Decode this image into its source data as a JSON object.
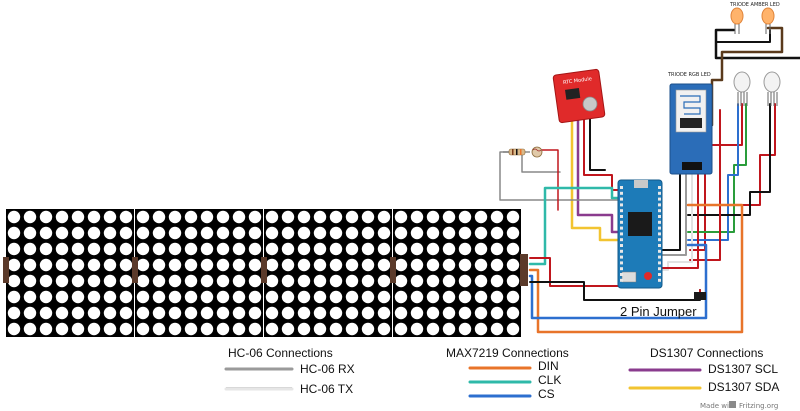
{
  "labels": {
    "triode_amber_led": "TRIODE AMBER LED",
    "triode_rgb_led": "TRIODE RGB LED",
    "rtc_module": "RTC Module",
    "jumper": "2 Pin Jumper",
    "made_with": "Made with",
    "fritzing": "Fritzing.org"
  },
  "legends": {
    "hc06": {
      "title": "HC-06 Connections",
      "items": [
        {
          "label": "HC-06 RX",
          "color": "#9a9a9a"
        },
        {
          "label": "HC-06 TX",
          "color": "#e6e6e6"
        }
      ]
    },
    "max7219": {
      "title": "MAX7219 Connections",
      "items": [
        {
          "label": "DIN",
          "color": "#e8742a"
        },
        {
          "label": "CLK",
          "color": "#2fb9a9"
        },
        {
          "label": "CS",
          "color": "#2d6fcf"
        }
      ]
    },
    "ds1307": {
      "title": "DS1307 Connections",
      "items": [
        {
          "label": "DS1307 SCL",
          "color": "#8a3b8e"
        },
        {
          "label": "DS1307 SDA",
          "color": "#f2c431"
        }
      ]
    }
  },
  "colors": {
    "matrix_bg": "#000000",
    "matrix_dot": "#ffffff",
    "arduino": "#1d7bb8",
    "rtc": "#e02a2a",
    "bluetooth": "#2b6db8",
    "wire_red": "#c0161d",
    "wire_black": "#111111",
    "wire_brown": "#5a3a1c"
  }
}
